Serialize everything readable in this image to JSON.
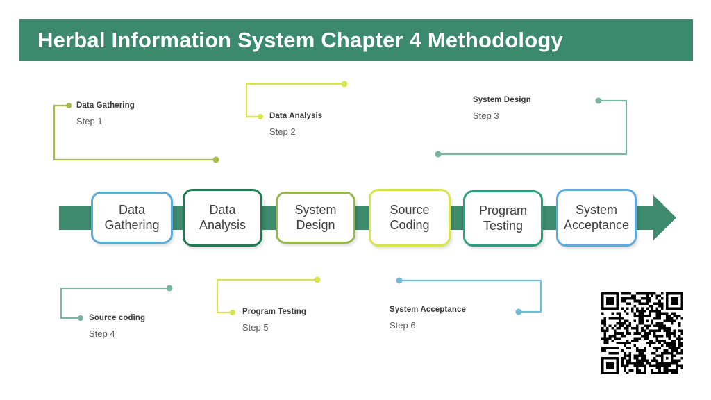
{
  "header": {
    "title": "Herbal Information System Chapter 4 Methodology",
    "bg_color": "#3b8a6e",
    "text_color": "#ffffff"
  },
  "colors": {
    "arrow_green": "#3e8b6d",
    "olive": "#a8bc4b",
    "lime": "#d7e34f",
    "teal_light": "#7ab5a4",
    "sky": "#6fbcd4",
    "dark_green": "#1f7a51",
    "blue": "#5da9d8",
    "text_dark": "#3a3a3a",
    "text_muted": "#5a5a5a"
  },
  "process": {
    "arrow_color": "#3e8b6d",
    "boxes": [
      {
        "line1": "Data",
        "line2": "Gathering",
        "border": "#5da9d8"
      },
      {
        "line1": "Data",
        "line2": "Analysis",
        "border": "#1f7a51"
      },
      {
        "line1": "System",
        "line2": "Design",
        "border": "#96b84c"
      },
      {
        "line1": "Source",
        "line2": "Coding",
        "border": "#d7e34f"
      },
      {
        "line1": "Program",
        "line2": "Testing",
        "border": "#2e9e7e"
      },
      {
        "line1": "System",
        "line2": "Acceptance",
        "border": "#5da9d8"
      }
    ]
  },
  "callouts": [
    {
      "title": "Data Gathering",
      "step": "Step 1",
      "color": "#a8bc4b"
    },
    {
      "title": "Data Analysis",
      "step": "Step 2",
      "color": "#d7e34f"
    },
    {
      "title": "System Design",
      "step": "Step 3",
      "color": "#7ab5a4"
    },
    {
      "title": "Source coding",
      "step": "Step 4",
      "color": "#7ab5a4"
    },
    {
      "title": "Program Testing",
      "step": "Step 5",
      "color": "#d7e34f"
    },
    {
      "title": "System Acceptance",
      "step": "Step 6",
      "color": "#6fbcd4"
    }
  ],
  "qr_code": {
    "name": "qr-code",
    "modules": 33
  }
}
